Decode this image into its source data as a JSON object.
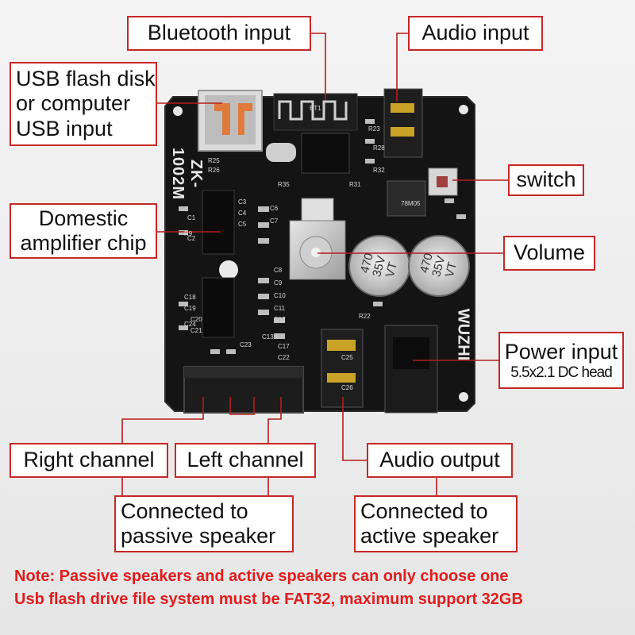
{
  "labels": {
    "bluetooth": "Bluetooth input",
    "audio_input": "Audio input",
    "usb_line1": "USB flash disk",
    "usb_line2": "or computer",
    "usb_line3": "USB input",
    "switch": "switch",
    "amp_line1": "Domestic",
    "amp_line2": "amplifier chip",
    "volume": "Volume",
    "power_line1": "Power input",
    "power_line2": "5.5x2.1 DC head",
    "right_channel": "Right channel",
    "left_channel": "Left channel",
    "audio_output": "Audio output",
    "passive_line1": "Connected to",
    "passive_line2": "passive speaker",
    "active_line1": "Connected to",
    "active_line2": "active speaker"
  },
  "board": {
    "model": "ZK-1002M",
    "brand": "WUZHI",
    "cap_value": "470",
    "cap_voltage": "35V",
    "cap_series": "VT",
    "silkscreen": [
      "R25",
      "R26",
      "C1",
      "C2",
      "C3",
      "C4",
      "C5",
      "C6",
      "C7",
      "C8",
      "C9",
      "C10",
      "C11",
      "C12",
      "C13",
      "C17",
      "C18",
      "C19",
      "C20",
      "C21",
      "C22",
      "C23",
      "C24",
      "C25",
      "C26",
      "R9",
      "R22",
      "R23",
      "R28",
      "R31",
      "R32",
      "R35",
      "BT1",
      "78M05"
    ]
  },
  "notes": {
    "line1": "Note: Passive speakers and active speakers can only choose one",
    "line2": "Usb flash drive file system must be FAT32, maximum support 32GB"
  },
  "colors": {
    "label_border": "#c62828",
    "leader_line": "#b71c1c",
    "note_text": "#e01d1d",
    "pcb": "#151515",
    "capacitor": "#d8d8d8",
    "usb_port": "#d9d9d9",
    "usb_contacts": "#e07a3c",
    "terminal_block": "#1c1c1c",
    "background": "#efefef"
  }
}
